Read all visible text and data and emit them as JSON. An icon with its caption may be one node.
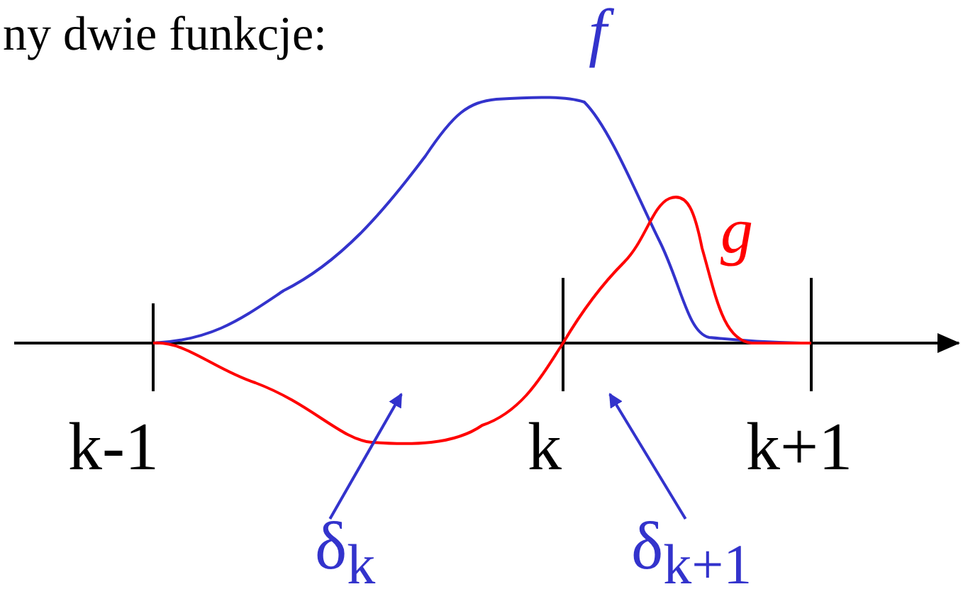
{
  "diagram": {
    "nodes": [
      {
        "text": [
          "δ$_{k}$"
        ]
      },
      {
        "text": [
          "δ$_{k+1}$"
        ]
      }
    ],
    "edges": [
      {
        "from": 0,
        "to": null,
        "arrow": "to"
      },
      {
        "from": 1,
        "to": null,
        "arrow": "to"
      }
    ],
    "labels": [
      "ny dwie funkcje:",
      "f",
      "g",
      "k-1",
      "k",
      "k+1"
    ]
  }
}
